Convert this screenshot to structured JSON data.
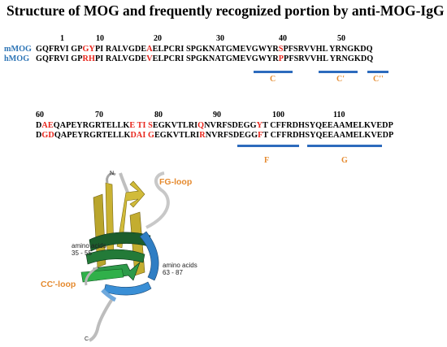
{
  "title": "Structure of MOG and frequently recognized portion by anti-MOG-IgG",
  "block1": {
    "numbers": [
      "1",
      "10",
      "20",
      "30",
      "40",
      "50"
    ],
    "mmog_label": "mMOG",
    "hmog_label": "hMOG",
    "mmog": [
      {
        "t": "GQFRVI GP"
      },
      {
        "t": "GY",
        "red": true
      },
      {
        "t": "PI RALVGDE"
      },
      {
        "t": "A",
        "red": true
      },
      {
        "t": "ELPCRI SPGKNATGMEVGWYR"
      },
      {
        "t": "S",
        "red": true
      },
      {
        "t": "PFSRVVHL YRNGKDQ"
      }
    ],
    "hmog": [
      {
        "t": "GQFRVI GP"
      },
      {
        "t": "RH",
        "red": true
      },
      {
        "t": "PI RALVGDE"
      },
      {
        "t": "V",
        "red": true
      },
      {
        "t": "ELPCRI SPGKNATGMEVGWYR"
      },
      {
        "t": "P",
        "red": true
      },
      {
        "t": "PFSRVVHL YRNGKDQ"
      }
    ],
    "strands": [
      "C",
      "C'",
      "C''"
    ]
  },
  "block2": {
    "numbers": [
      "60",
      "70",
      "80",
      "90",
      "100",
      "110"
    ],
    "mmog": [
      {
        "t": "D"
      },
      {
        "t": "AE",
        "red": true
      },
      {
        "t": "QAPEYRGRTELLK"
      },
      {
        "t": "E TI",
        "red": true
      },
      {
        "t": " "
      },
      {
        "t": "S",
        "red": true
      },
      {
        "t": "EGKVTLRI"
      },
      {
        "t": "Q",
        "red": true
      },
      {
        "t": "NVRFSDEGG"
      },
      {
        "t": "Y",
        "red": true
      },
      {
        "t": "T CFFRDHSYQEEAAMELKVEDP"
      }
    ],
    "hmog": [
      {
        "t": "D"
      },
      {
        "t": "GD",
        "red": true
      },
      {
        "t": "QAPEYRGRTELLK"
      },
      {
        "t": "DAI",
        "red": true
      },
      {
        "t": " "
      },
      {
        "t": "G",
        "red": true
      },
      {
        "t": "EGKVTLRI"
      },
      {
        "t": "R",
        "red": true
      },
      {
        "t": "NVRFSDEGG"
      },
      {
        "t": "F",
        "red": true
      },
      {
        "t": "T CFFRDHSYQEEAAMELKVEDP"
      }
    ],
    "strands": [
      "F",
      "G"
    ]
  },
  "structure": {
    "fg_loop": "FG-loop",
    "cc_loop": "CC'-loop",
    "aa_left": [
      "amino acids",
      "35 - 55"
    ],
    "aa_right": [
      "amino acids",
      "63 - 87"
    ],
    "n_term": "N",
    "c_term": "C",
    "colors": {
      "yellow": "#c9b233",
      "green": "#1f8a3a",
      "blue": "#2f7ec4",
      "coil": "#bfbfbf"
    }
  }
}
